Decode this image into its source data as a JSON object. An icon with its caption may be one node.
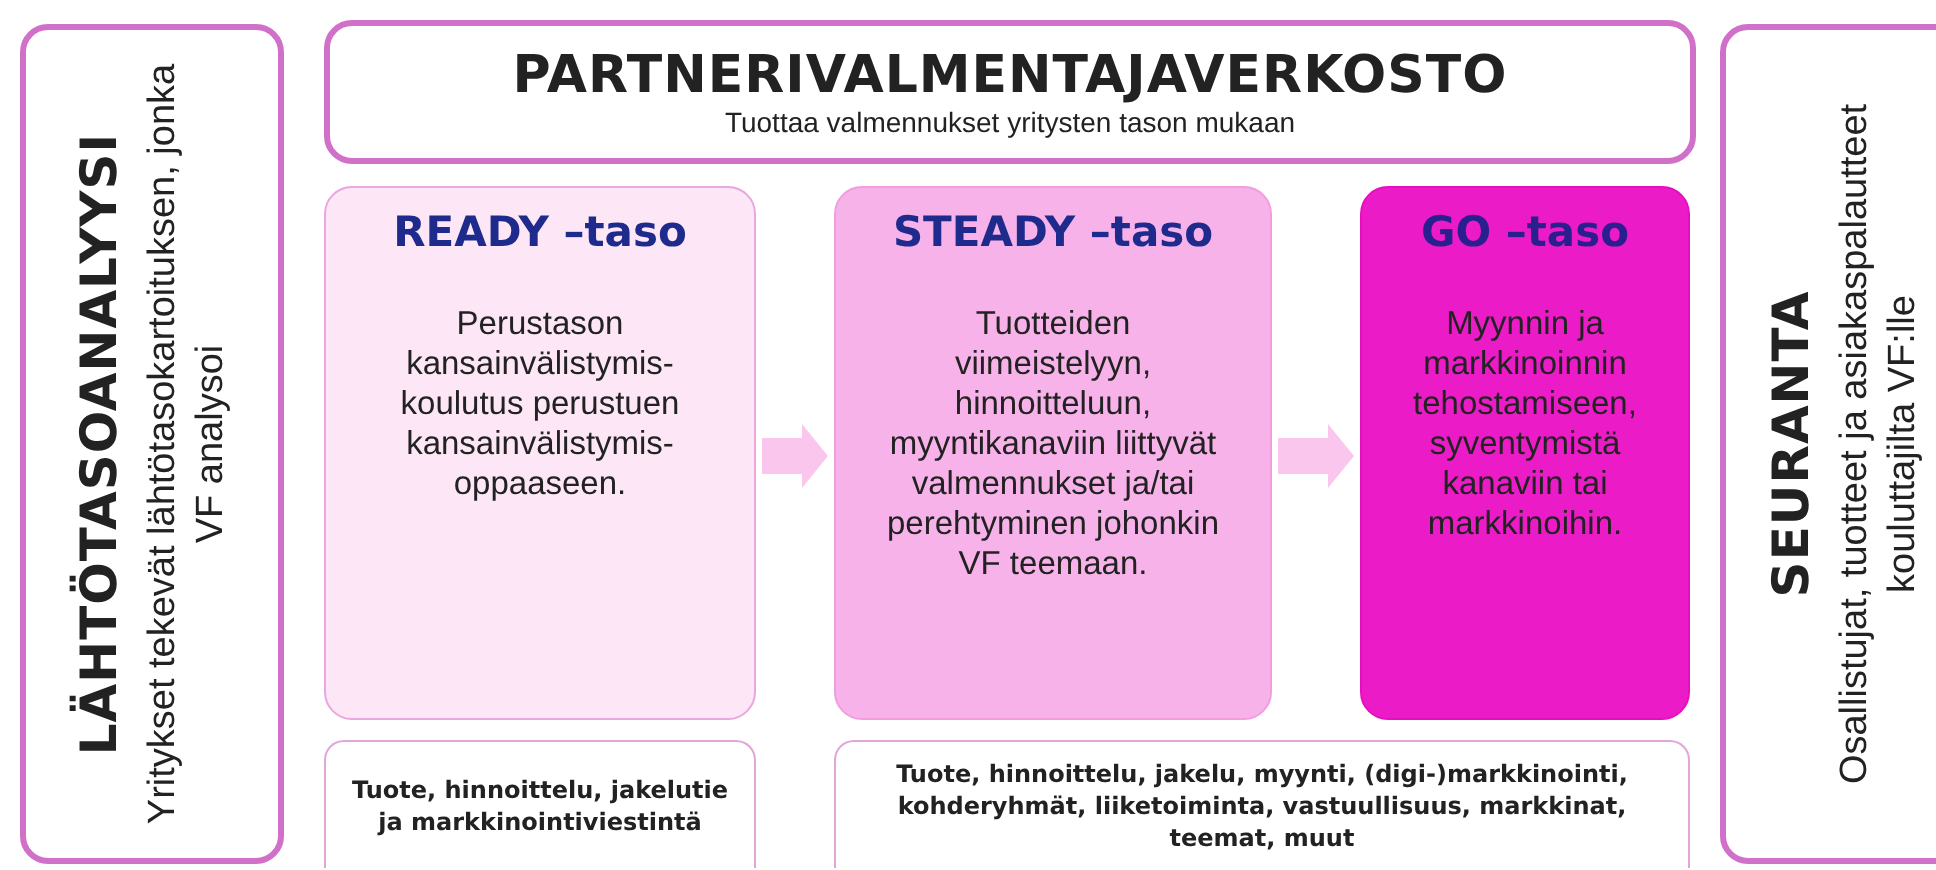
{
  "diagram": {
    "nodes": [
      {
        "text": [
          "LÄHTÖTASOANALYYSI",
          "Yritykset tekevät lähtötasokartoituksen, jonka VF analysoi"
        ]
      },
      {
        "text": [
          "PARTNERIVALMENTAJAVERKOSTO",
          "Tuottaa valmennukset yritysten tason mukaan"
        ]
      },
      {
        "text": [
          "READY –taso",
          "Perustason kansainvälistymis-koulutus perustuen kansainvälistymis-oppaaseen."
        ]
      },
      {
        "text": [
          "STEADY –taso",
          "Tuotteiden viimeistelyyn, hinnoitteluun, myyntikanaviin liittyvät valmennukset ja/tai perehtyminen johonkin VF teemaan."
        ]
      },
      {
        "text": [
          "GO –taso",
          "Myynnin ja markkinoinnin tehostamiseen, syventymistä kanaviin tai markkinoihin."
        ]
      },
      {
        "text": [
          "Tuote, hinnoittelu, jakelutie ja markkinointiviestintä"
        ]
      },
      {
        "text": [
          "Tuote, hinnoittelu, jakelu, myynti, (digi-)markkinointi, kohderyhmät, liiketoiminta, vastuullisuus, markkinat, teemat, muut"
        ]
      },
      {
        "text": [
          "SEURANTA",
          "Osallistujat, tuotteet ja asiakaspalautteet kouluttajilta VF:lle"
        ]
      }
    ],
    "edges": [
      {
        "from": 2,
        "to": 3,
        "arrow": "to"
      },
      {
        "from": 3,
        "to": 4,
        "arrow": "to"
      }
    ]
  }
}
